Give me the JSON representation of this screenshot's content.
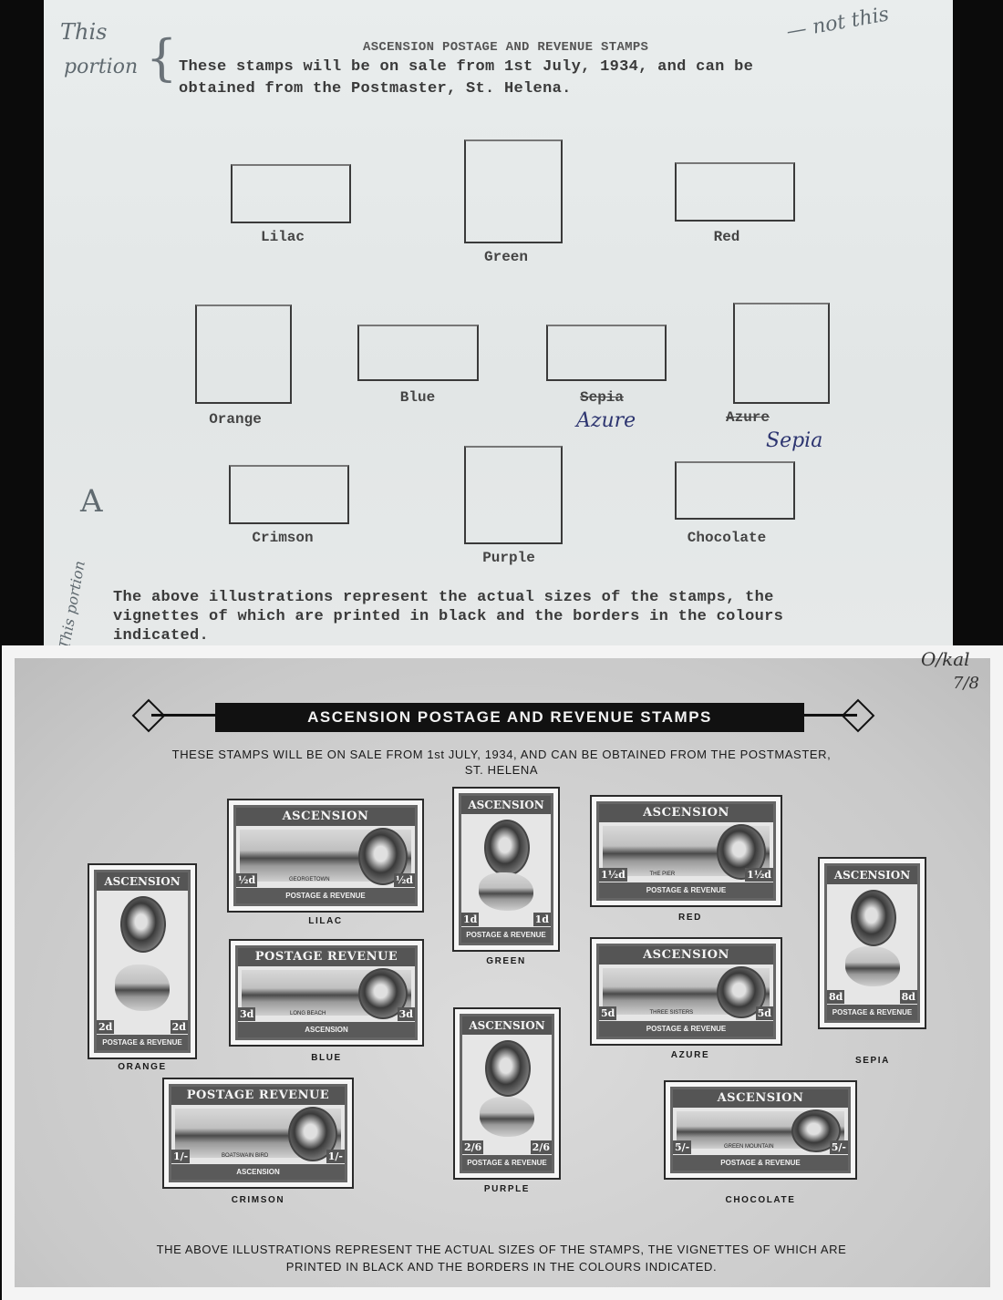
{
  "typed_sheet": {
    "title": "ASCENSION POSTAGE AND REVENUE STAMPS",
    "intro_line1": "These stamps will be on sale from 1st July, 1934, and can be",
    "intro_line2": "obtained from the Postmaster, St. Helena.",
    "labels": {
      "lilac": "Lilac",
      "green": "Green",
      "red": "Red",
      "orange": "Orange",
      "blue": "Blue",
      "sepia_struck": "Sepia",
      "azure_struck": "Azure",
      "crimson": "Crimson",
      "purple": "Purple",
      "chocolate": "Chocolate"
    },
    "outro_line1": "The above illustrations represent the actual sizes of the stamps, the",
    "outro_line2": "vignettes of which are printed in black and the borders in the colours",
    "outro_line3": "indicated.",
    "handwritten": {
      "this_1": "This",
      "portion_1": "portion",
      "not_this": "— not this",
      "correction_azure": "Azure",
      "correction_sepia": "Sepia",
      "letter_a": "A",
      "this_portion_2": "This portion",
      "okay": "O/kal",
      "date": "7/8"
    }
  },
  "printed_card": {
    "title": "ASCENSION POSTAGE AND REVENUE STAMPS",
    "subtitle_line1": "THESE STAMPS WILL BE ON SALE FROM 1st JULY, 1934, AND CAN BE OBTAINED FROM THE POSTMASTER,",
    "subtitle_line2": "ST. HELENA",
    "footer_line1": "THE ABOVE ILLUSTRATIONS REPRESENT THE ACTUAL SIZES OF THE STAMPS, THE VIGNETTES OF WHICH ARE",
    "footer_line2": "PRINTED IN BLACK AND THE BORDERS IN THE COLOURS INDICATED.",
    "stamps": [
      {
        "colour": "ORANGE",
        "header": "ASCENSION",
        "footer": "POSTAGE & REVENUE",
        "denomination": "2d",
        "caption": ""
      },
      {
        "colour": "LILAC",
        "header": "ASCENSION",
        "footer": "POSTAGE & REVENUE",
        "denomination": "½d",
        "caption": "GEORGETOWN"
      },
      {
        "colour": "GREEN",
        "header": "ASCENSION",
        "footer": "POSTAGE & REVENUE",
        "denomination": "1d",
        "caption": ""
      },
      {
        "colour": "RED",
        "header": "ASCENSION",
        "footer": "POSTAGE & REVENUE",
        "denomination": "1½d",
        "caption": "THE PIER"
      },
      {
        "colour": "SEPIA",
        "header": "ASCENSION",
        "footer": "POSTAGE & REVENUE",
        "denomination": "8d",
        "caption": ""
      },
      {
        "colour": "BLUE",
        "header": "POSTAGE REVENUE",
        "footer": "ASCENSION",
        "denomination": "3d",
        "caption": "LONG BEACH"
      },
      {
        "colour": "AZURE",
        "header": "ASCENSION",
        "footer": "POSTAGE & REVENUE",
        "denomination": "5d",
        "caption": "THREE SISTERS"
      },
      {
        "colour": "CRIMSON",
        "header": "POSTAGE REVENUE",
        "footer": "ASCENSION",
        "denomination": "1/-",
        "caption": "BOATSWAIN BIRD"
      },
      {
        "colour": "PURPLE",
        "header": "ASCENSION",
        "footer": "POSTAGE & REVENUE",
        "denomination": "2/6",
        "caption": ""
      },
      {
        "colour": "CHOCOLATE",
        "header": "ASCENSION",
        "footer": "POSTAGE & REVENUE",
        "denomination": "5/-",
        "caption": "GREEN MOUNTAIN"
      }
    ]
  }
}
